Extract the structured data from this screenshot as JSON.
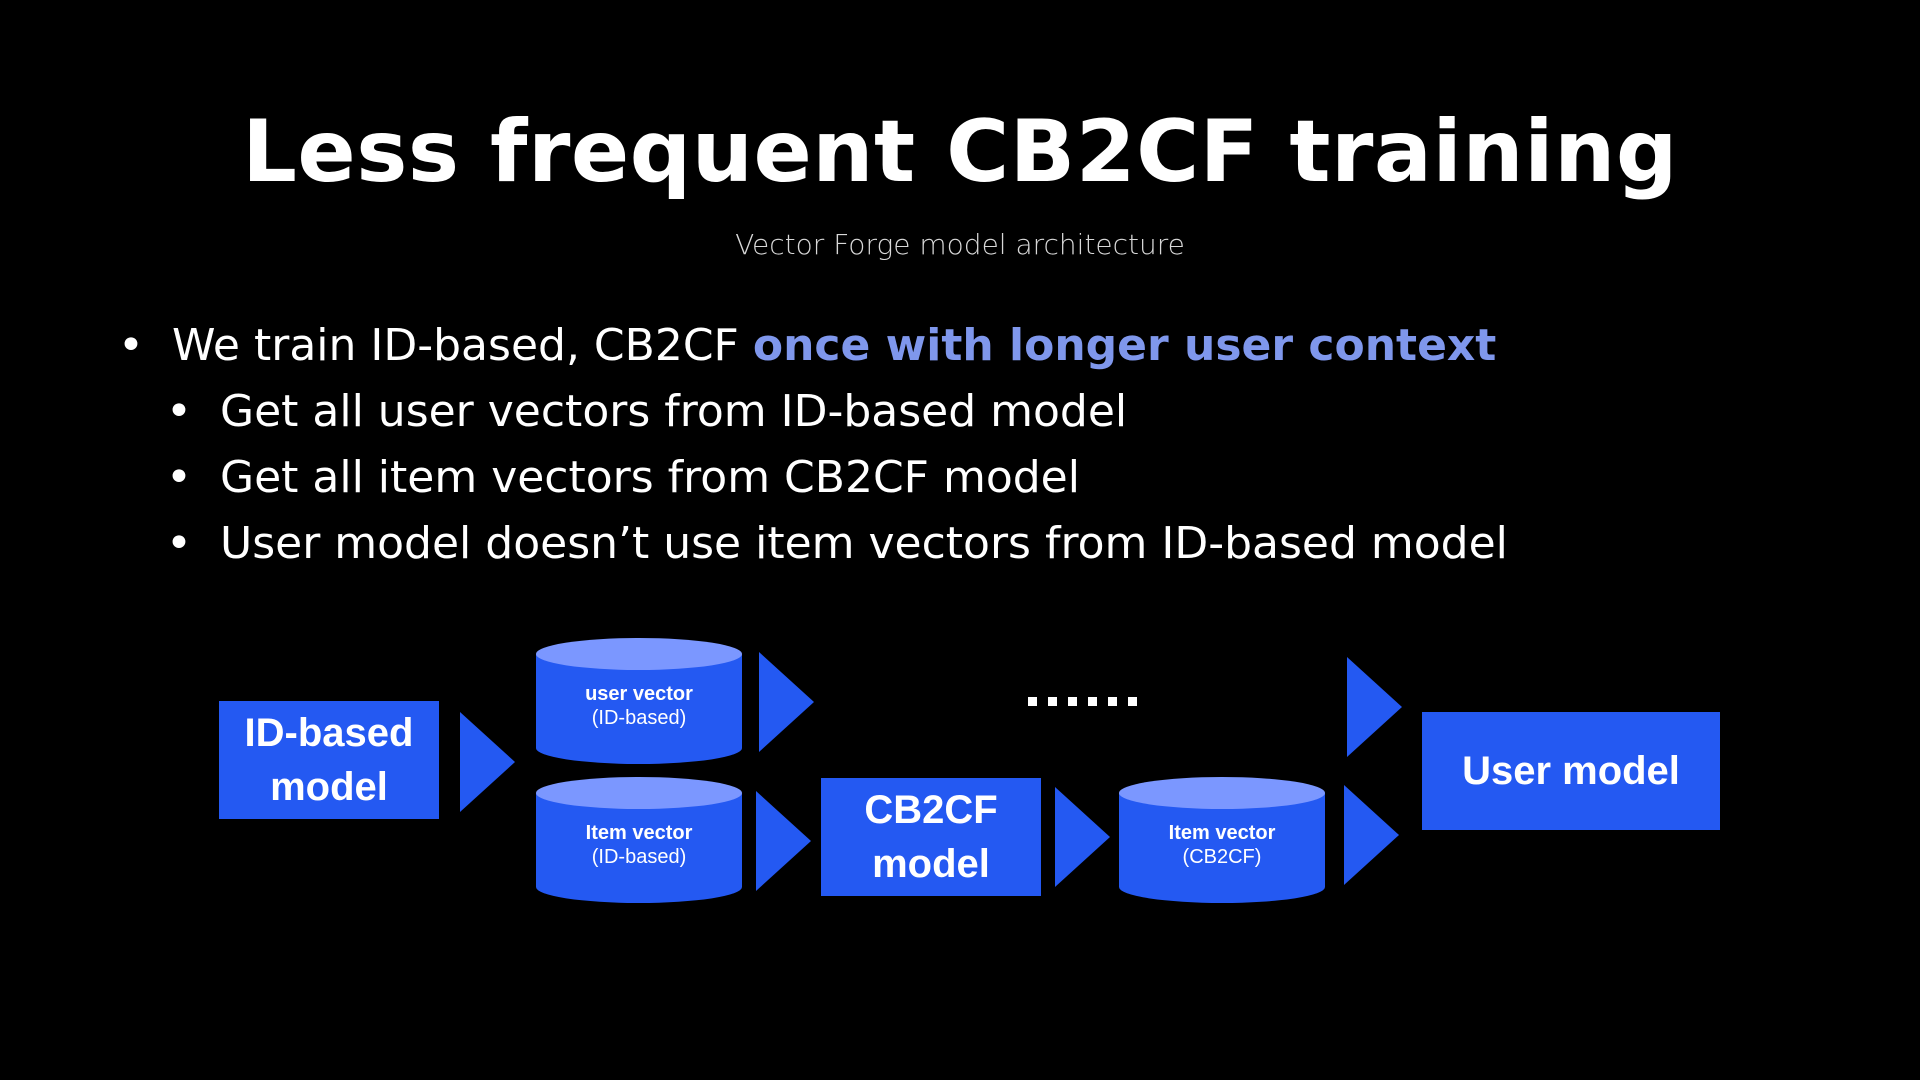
{
  "slide": {
    "title": "Less frequent CB2CF training",
    "subtitle": "Vector Forge model architecture"
  },
  "bullets": {
    "main_prefix": "We train ID-based, CB2CF ",
    "main_highlight": "once with longer user context",
    "sub": [
      "Get all user vectors from ID-based model",
      "Get all item vectors from CB2CF model",
      "User model doesn’t use item vectors from ID-based model"
    ]
  },
  "diagram": {
    "id_model": {
      "line1": "ID-based",
      "line2": "model"
    },
    "user_vector": {
      "line1": "user vector",
      "line2": "(ID-based)"
    },
    "item_vector_id": {
      "line1": "Item vector",
      "line2": "(ID-based)"
    },
    "cb2cf_model": {
      "line1": "CB2CF",
      "line2": "model"
    },
    "item_vector_cb2cf": {
      "line1": "Item vector",
      "line2": "(CB2CF)"
    },
    "user_model": {
      "label": "User model"
    },
    "ellipsis": "......"
  },
  "colors": {
    "background": "#000000",
    "box_blue": "#2459f2",
    "cylinder_top": "#7b97ff",
    "accent_text": "#7f97ec"
  },
  "icons": {
    "bullet": "•",
    "arrow": "triangle-right-icon"
  }
}
